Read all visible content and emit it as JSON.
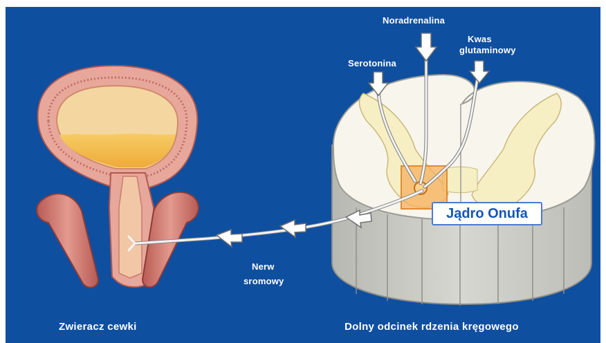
{
  "labels": {
    "noradrenaline": "Noradrenalina",
    "serotonin": "Serotonina",
    "glutamate_line1": "Kwas",
    "glutamate_line2": "glutaminowy",
    "onuf_nucleus": "Jądro Onufa",
    "nerve_line1": "Nerw",
    "nerve_line2": "sromowy"
  },
  "captions": {
    "left": "Zwieracz cewki",
    "right": "Dolny odcinek rdzenia kręgowego"
  },
  "colors": {
    "background": "#0f4fa0",
    "muscle": "#d98a7e",
    "urine": "#f2b84a",
    "gray_matter": "#f7efc4",
    "spinal_cord": "#c9c9c4",
    "nucleus_highlight": "#f5b060",
    "label_box_text": "#1456b5"
  }
}
